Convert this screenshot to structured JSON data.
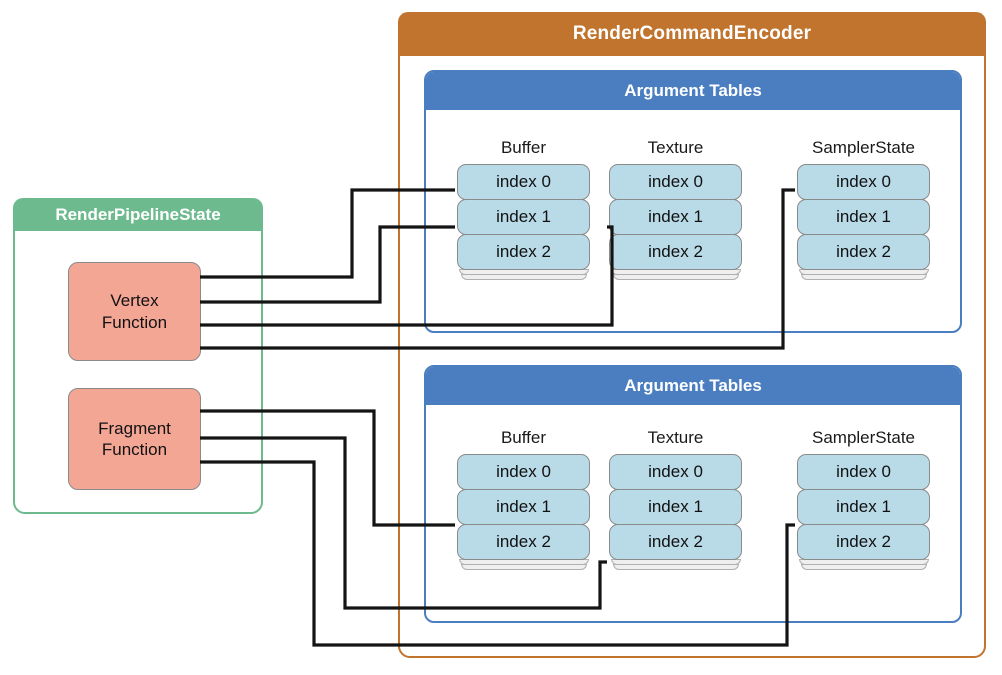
{
  "diagram": {
    "encoder": {
      "title": "RenderCommandEncoder",
      "color": "#c1742d"
    },
    "pipeline": {
      "title": "RenderPipelineState",
      "color": "#6cba8e",
      "functions": [
        {
          "name": "vertex-function",
          "line1": "Vertex",
          "line2": "Function"
        },
        {
          "name": "fragment-function",
          "line1": "Fragment",
          "line2": "Function"
        }
      ]
    },
    "argument_tables": [
      {
        "title": "Argument Tables",
        "color": "#4a7ec0",
        "columns": [
          {
            "title": "Buffer",
            "cells": [
              "index 0",
              "index 1",
              "index 2"
            ]
          },
          {
            "title": "Texture",
            "cells": [
              "index 0",
              "index 1",
              "index 2"
            ]
          },
          {
            "title": "SamplerState",
            "cells": [
              "index 0",
              "index 1",
              "index 2"
            ]
          }
        ]
      },
      {
        "title": "Argument Tables",
        "color": "#4a7ec0",
        "columns": [
          {
            "title": "Buffer",
            "cells": [
              "index 0",
              "index 1",
              "index 2"
            ]
          },
          {
            "title": "Texture",
            "cells": [
              "index 0",
              "index 1",
              "index 2"
            ]
          },
          {
            "title": "SamplerState",
            "cells": [
              "index 0",
              "index 1",
              "index 2"
            ]
          }
        ]
      }
    ],
    "connections": [
      {
        "from": "Vertex Function",
        "to": "Argument Tables 1 / Buffer / index 0"
      },
      {
        "from": "Vertex Function",
        "to": "Argument Tables 1 / Buffer / index 1"
      },
      {
        "from": "Vertex Function",
        "to": "Argument Tables 1 / Texture / index 1"
      },
      {
        "from": "Vertex Function",
        "to": "Argument Tables 1 / SamplerState / index 0"
      },
      {
        "from": "Fragment Function",
        "to": "Argument Tables 2 / Buffer / index 1"
      },
      {
        "from": "Fragment Function",
        "to": "Argument Tables 2 / Texture / index 2"
      },
      {
        "from": "Fragment Function",
        "to": "Argument Tables 2 / SamplerState / index 1"
      }
    ],
    "cell_color": "#b9dbe8"
  }
}
